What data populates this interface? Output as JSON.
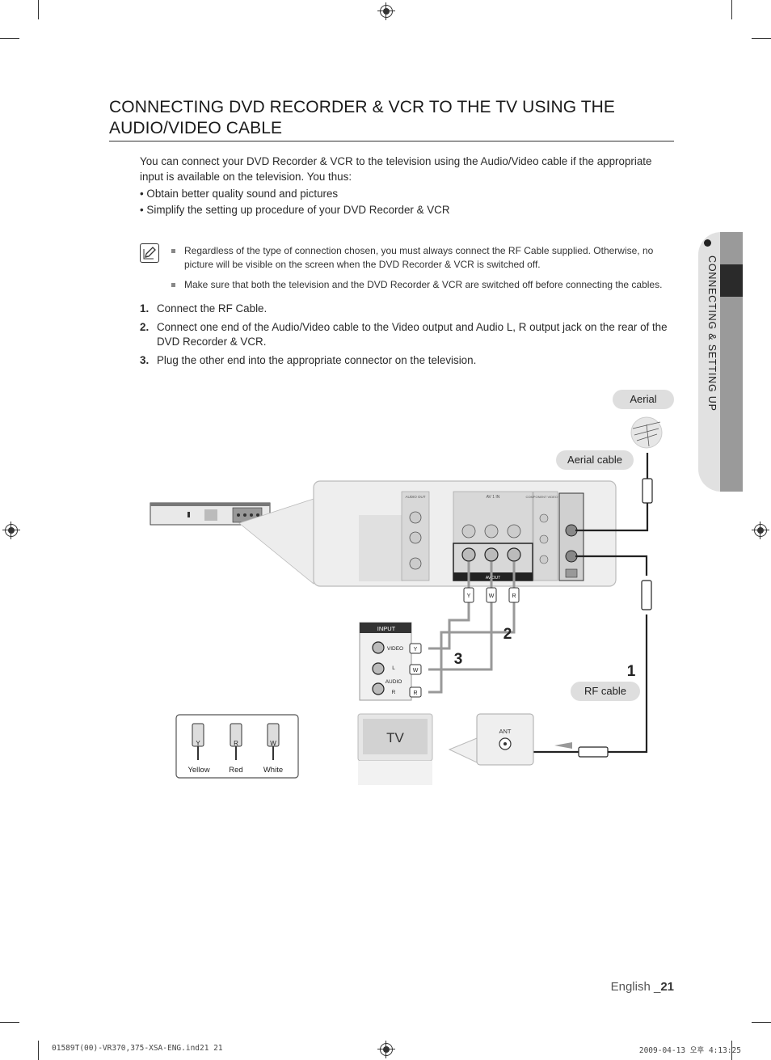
{
  "page": {
    "title": "CONNECTING DVD RECORDER & VCR TO THE TV USING THE AUDIO/VIDEO CABLE",
    "intro": "You can connect your DVD Recorder & VCR to the television using the Audio/Video cable if the appropriate input is available on the television. You thus:",
    "bullets": [
      "• Obtain better quality sound and pictures",
      "• Simplify the setting up procedure of your DVD Recorder & VCR"
    ],
    "notes": [
      "Regardless of the type of connection chosen, you must always connect the RF Cable supplied. Otherwise, no picture will be visible on the screen when the DVD Recorder & VCR is switched off.",
      "Make sure that both the television and the DVD Recorder & VCR are switched off before connecting the cables."
    ],
    "steps": [
      {
        "num": "1.",
        "text": "Connect the RF Cable."
      },
      {
        "num": "2.",
        "text": "Connect one end of the Audio/Video cable to the Video output and Audio L, R output jack on the rear of the DVD Recorder & VCR."
      },
      {
        "num": "3.",
        "text": "Plug the other end into the appropriate connector on the television."
      }
    ],
    "side_tab": "CONNECTING & SETTING UP",
    "footer": {
      "lang": "English _",
      "page": "21"
    },
    "slug_left": "01589T(00)-VR370,375-XSA-ENG.ind21   21",
    "slug_right": "2009-04-13   오후 4:13:25"
  },
  "diagram": {
    "aerial": "Aerial",
    "aerial_cable": "Aerial cable",
    "rf_cable": "RF cable",
    "tv": "TV",
    "ant": "ANT",
    "input": "INPUT",
    "video": "VIDEO",
    "audio": "AUDIO",
    "l": "L",
    "r": "R",
    "av_out": "AV OUT",
    "audio_out": "AUDIO OUT",
    "av1_in": "AV 1 IN",
    "component_out": "COMPONENT VIDEO OUT",
    "step_labels": [
      "1",
      "2",
      "3"
    ],
    "plugs": [
      "Y",
      "W",
      "R"
    ],
    "legend": [
      {
        "letter": "Y",
        "name": "Yellow"
      },
      {
        "letter": "R",
        "name": "Red"
      },
      {
        "letter": "W",
        "name": "White"
      }
    ]
  }
}
